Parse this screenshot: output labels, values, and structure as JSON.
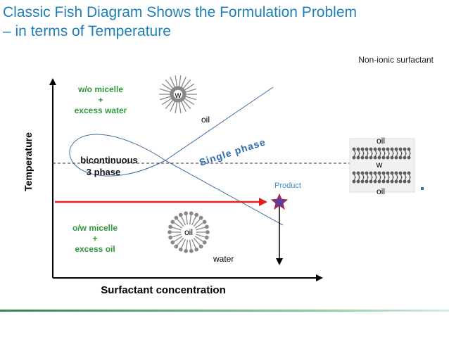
{
  "slide": {
    "title_line1": "Classic Fish Diagram Shows the Formulation Problem",
    "title_line2": "– in terms of Temperature",
    "note": "Non-ionic surfactant"
  },
  "axes": {
    "y_label": "Temperature",
    "x_label": "Surfactant concentration"
  },
  "regions": {
    "top_line1": "w/o micelle",
    "top_line2": "+",
    "top_line3": "excess water",
    "middle_line1": "bicontinuous",
    "middle_line2": "3 phase",
    "bottom_line1": "o/w micelle",
    "bottom_line2": "+",
    "bottom_line3": "excess oil",
    "single_phase": "Single phase"
  },
  "labels": {
    "micelle_top_core": "w",
    "micelle_top_outer": "oil",
    "micelle_bottom_core": "oil",
    "micelle_bottom_outer": "water",
    "product": "Product",
    "layer_oil_top": "oil",
    "layer_water": "w",
    "layer_oil_bottom": "oil"
  },
  "colors": {
    "title": "#1f7fb8",
    "green_text": "#2e9a3c",
    "boundary_line": "#3f6f9f",
    "arrow_red": "#e02020",
    "product_star": "#5a3fa0",
    "product_star_edge": "#d02020",
    "single_phase": "#2e6fb0"
  }
}
